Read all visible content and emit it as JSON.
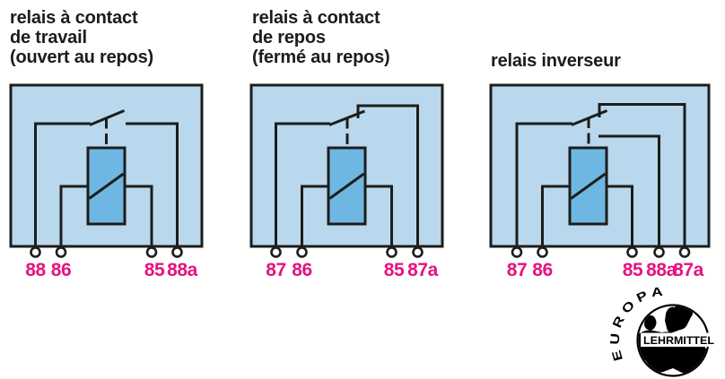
{
  "colors": {
    "line": "#1d1d1b",
    "box_fill": "#b9d8ed",
    "coil_fill": "#6eb7e2",
    "terminal_label": "#e6137f",
    "title_text": "#1c1c1c"
  },
  "diagrams": [
    {
      "id": "relay-normally-open",
      "title_lines": [
        "relais à contact",
        "de travail",
        "(ouvert au repos)"
      ],
      "terminals": [
        "88",
        "86",
        "85",
        "88a"
      ]
    },
    {
      "id": "relay-normally-closed",
      "title_lines": [
        "relais à contact",
        "de repos",
        "(fermé au repos)"
      ],
      "terminals": [
        "87",
        "86",
        "85",
        "87a"
      ]
    },
    {
      "id": "relay-changeover",
      "title_lines": [
        "relais inverseur"
      ],
      "terminals": [
        "87",
        "86",
        "85",
        "88a",
        "87a"
      ]
    }
  ],
  "logo": {
    "arc_text": "EUROPA",
    "band_text": "LEHRMITTEL"
  }
}
